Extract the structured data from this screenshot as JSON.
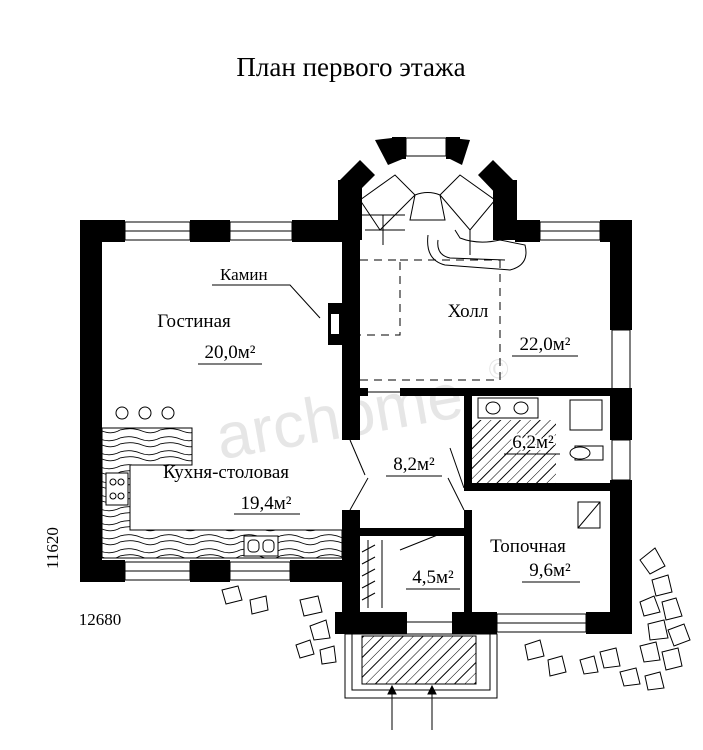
{
  "title": "План первого этажа",
  "watermark": "archome",
  "watermark_symbol": "©",
  "dimensions": {
    "height": "11620",
    "width": "12680"
  },
  "rooms": [
    {
      "name": "Гостиная",
      "area": "20,0м²"
    },
    {
      "name": "Холл",
      "area": "22,0м²"
    },
    {
      "name": "Кухня-столовая",
      "area": "19,4м²"
    },
    {
      "name": "",
      "area": "8,2м²"
    },
    {
      "name": "",
      "area": "6,2м²"
    },
    {
      "name": "",
      "area": "4,5м²"
    },
    {
      "name": "Топочная",
      "area": "9,6м²"
    }
  ],
  "callout": "Камин",
  "colors": {
    "wall": "#000000",
    "background": "#ffffff",
    "watermark": "#e6e6e6"
  }
}
